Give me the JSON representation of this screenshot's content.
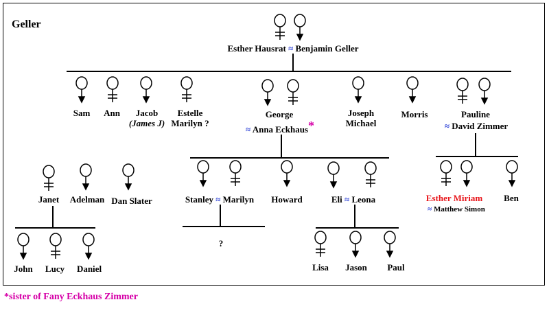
{
  "family_name": "Geller",
  "marriage_symbol": "≈",
  "marriage_symbol_color": "#2a3fd6",
  "highlight_color": "#e8161b",
  "footnote_color": "#d600a8",
  "icons": {
    "female": "female-symbol-icon",
    "male": "male-symbol-icon"
  },
  "generation1": {
    "wife": "Esther Hausrat",
    "husband": "Benjamin Geller"
  },
  "children": {
    "sam": "Sam",
    "ann": "Ann",
    "jacob": "Jacob",
    "jacob_alias": "(James J)",
    "estelle_line1": "Estelle",
    "estelle_line2": "Marilyn ?",
    "george": "George",
    "george_spouse": "Anna Eckhaus",
    "george_spouse_mark": "*",
    "joseph_line1": "Joseph",
    "joseph_line2": "Michael",
    "morris": "Morris",
    "pauline": "Pauline",
    "pauline_spouse": "David Zimmer"
  },
  "left_family": {
    "janet": "Janet",
    "adelman": "Adelman",
    "dan_slater": "Dan Slater",
    "kids": [
      "John",
      "Lucy",
      "Daniel"
    ]
  },
  "george_family": {
    "stanley": "Stanley",
    "marilyn": "Marilyn",
    "howard": "Howard",
    "eli": "Eli",
    "leona": "Leona",
    "stanley_kids": "?",
    "eli_kids": [
      "Lisa",
      "Jason",
      "Paul"
    ]
  },
  "pauline_family": {
    "esther_miriam": "Esther Miriam",
    "esther_spouse": "Matthew Simon",
    "ben": "Ben"
  },
  "footnote": "*sister of Fany Eckhaus Zimmer"
}
